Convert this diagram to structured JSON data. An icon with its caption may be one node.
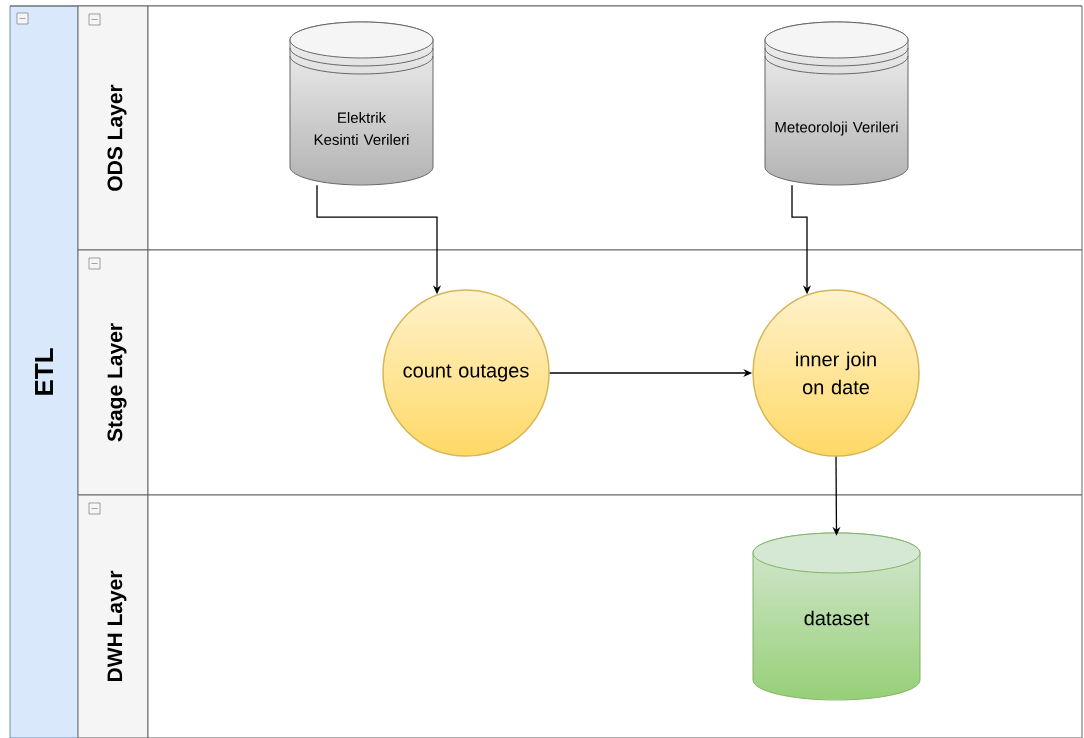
{
  "diagram": {
    "nodes": [
      {
        "text": [
          "ETL"
        ]
      },
      {
        "text": [
          "ODS Layer"
        ],
        "in": 0
      },
      {
        "text": [
          "Stage Layer"
        ],
        "in": 0
      },
      {
        "text": [
          "DWH Layer"
        ],
        "in": 0
      },
      {
        "text": [
          "Elektrik Kesinti Verileri"
        ],
        "in": 1
      },
      {
        "text": [
          "Meteoroloji Verileri"
        ],
        "in": 1
      },
      {
        "text": [
          "count outages"
        ],
        "in": 2
      },
      {
        "text": [
          "inner join on date"
        ],
        "in": 2
      },
      {
        "text": [
          "dataset"
        ],
        "in": 3
      }
    ],
    "edges": [
      {
        "from": 4,
        "to": 6,
        "arrow": "to"
      },
      {
        "from": 5,
        "to": 7,
        "arrow": "to"
      },
      {
        "from": 6,
        "to": 7,
        "arrow": "to"
      },
      {
        "from": 7,
        "to": 8,
        "arrow": "to"
      }
    ]
  }
}
